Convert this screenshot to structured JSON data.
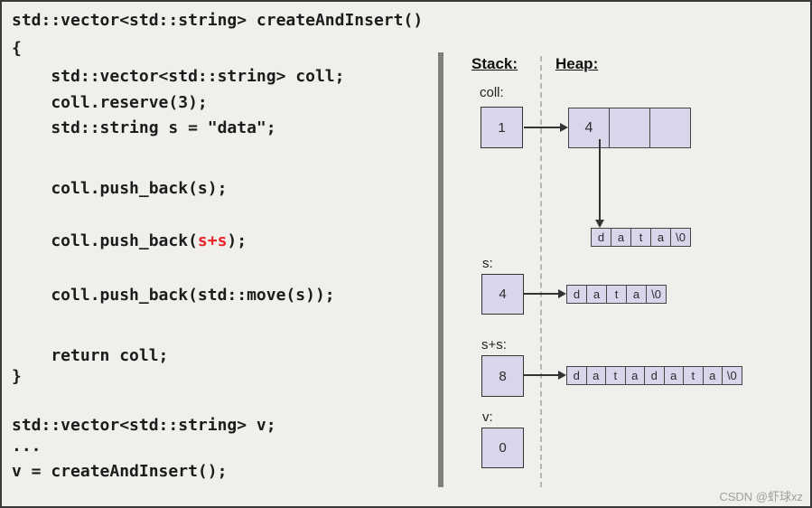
{
  "colors": {
    "background": "#f0efec",
    "box_fill": "#d9d6ec",
    "box_border": "#333333",
    "code_text": "#1c1c1c",
    "highlight_red": "#e8242a",
    "separator_gray": "#7f7f7f",
    "dashed_divider_gray": "#b5b5b5",
    "watermark_gray": "#9f9f9f"
  },
  "code": {
    "lines": [
      {
        "text": "std::vector<std::string> createAndInsert()"
      },
      {
        "text": "{"
      },
      {
        "text": "    std::vector<std::string> coll;"
      },
      {
        "text": "    coll.reserve(3);"
      },
      {
        "text": "    std::string s = \"data\";"
      },
      {
        "text": "    coll.push_back(s);"
      },
      {
        "prefix": "    coll.push_back(",
        "highlight": "s+s",
        "suffix": ");"
      },
      {
        "text": "    coll.push_back(std::move(s));"
      },
      {
        "text": "    return coll;"
      },
      {
        "text": "}"
      },
      {
        "text": "std::vector<std::string> v;"
      },
      {
        "text": "..."
      },
      {
        "text": "v = createAndInsert();"
      }
    ]
  },
  "diagram": {
    "stack_label": "Stack:",
    "heap_label": "Heap:",
    "coll": {
      "label": "coll:",
      "stack_value": "1",
      "vector_cells": [
        "4",
        "",
        ""
      ],
      "string_cells": [
        "d",
        "a",
        "t",
        "a",
        "\\0"
      ]
    },
    "s": {
      "label": "s:",
      "stack_value": "4",
      "string_cells": [
        "d",
        "a",
        "t",
        "a",
        "\\0"
      ]
    },
    "s_plus_s": {
      "label": "s+s:",
      "stack_value": "8",
      "string_cells": [
        "d",
        "a",
        "t",
        "a",
        "d",
        "a",
        "t",
        "a",
        "\\0"
      ]
    },
    "v": {
      "label": "v:",
      "stack_value": "0"
    }
  },
  "watermark": "CSDN @虾球xz"
}
